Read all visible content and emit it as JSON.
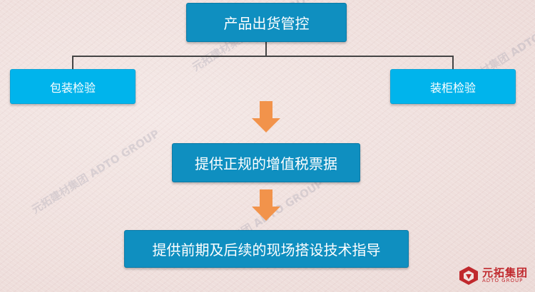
{
  "nodes": {
    "top": "产品出货管控",
    "left": "包装检验",
    "right": "装柜检验",
    "middle": "提供正规的增值税票据",
    "bottom": "提供前期及后续的现场搭设技术指导"
  },
  "colors": {
    "box_dark": "#0f8fc0",
    "box_light": "#00b4ec",
    "connector": "#444444",
    "arrow": "#f2934b",
    "logo": "#c0282d"
  },
  "logo": {
    "name_cn": "元拓集团",
    "name_en": "ADTO GROUP",
    "icon": "adto-logo-icon"
  },
  "watermark_text": "元拓建材集团 ADTO GROUP"
}
